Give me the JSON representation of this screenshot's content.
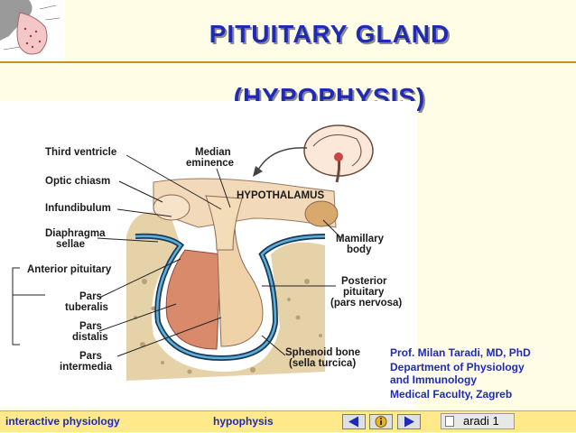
{
  "slide": {
    "title_line1": "PITUITARY GLAND",
    "title_line2": "(HYPOPHYSIS)"
  },
  "figure": {
    "labels": {
      "third_ventricle": "Third ventricle",
      "optic_chiasm": "Optic chiasm",
      "infundibulum": "Infundibulum",
      "diaphragma1": "Diaphragma",
      "diaphragma2": "sellae",
      "anterior_pituitary": "Anterior pituitary",
      "pars_tuberalis1": "Pars",
      "pars_tuberalis2": "tuberalis",
      "pars_distalis1": "Pars",
      "pars_distalis2": "distalis",
      "pars_intermedia1": "Pars",
      "pars_intermedia2": "intermedia",
      "median_eminence1": "Median",
      "median_eminence2": "eminence",
      "hypothalamus": "HYPOTHALAMUS",
      "mamillary1": "Mamillary",
      "mamillary2": "body",
      "posterior1": "Posterior",
      "posterior2": "pituitary",
      "posterior3": "(pars nervosa)",
      "sphenoid1": "Sphenoid bone",
      "sphenoid2": "(sella turcica)"
    }
  },
  "credit": {
    "author": "Prof. Milan Taradi, MD, PhD",
    "dept_line1": "Department of Physiology",
    "dept_line2": "and Immunology",
    "faculty": "Medical Faculty, Zagreb"
  },
  "footer": {
    "link_left": "interactive physiology",
    "link_mid": "hypophysis",
    "page_text": "aradi  1",
    "icons": [
      "prev-arrow-icon",
      "info-icon",
      "next-arrow-icon",
      "document-icon"
    ]
  },
  "colors": {
    "title": "#1f2bb5",
    "background": "#fffde6",
    "footer_bar": "#ffe98a"
  }
}
